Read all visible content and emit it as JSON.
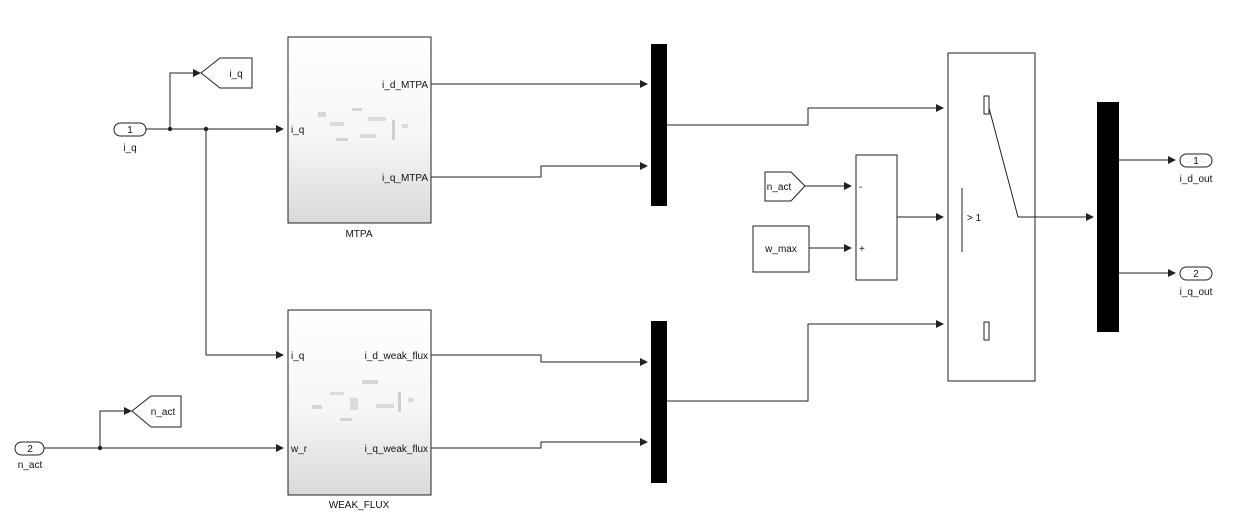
{
  "inports": {
    "iq": {
      "number": "1",
      "name": "i_q"
    },
    "nact": {
      "number": "2",
      "name": "n_act"
    }
  },
  "outports": {
    "id_out": {
      "number": "1",
      "name": "i_d_out"
    },
    "iq_out": {
      "number": "2",
      "name": "i_q_out"
    }
  },
  "gotos": {
    "iq": "i_q",
    "nact": "n_act"
  },
  "froms": {
    "nact": "n_act",
    "wmax": "w_max"
  },
  "subsystems": {
    "mtpa": {
      "name": "MTPA",
      "in_ports": [
        "i_q"
      ],
      "out_ports": [
        "i_d_MTPA",
        "i_q_MTPA"
      ]
    },
    "weak_flux": {
      "name": "WEAK_FLUX",
      "in_ports": [
        "i_q",
        "w_r"
      ],
      "out_ports": [
        "i_d_weak_flux",
        "i_q_weak_flux"
      ]
    }
  },
  "sum": {
    "signs": [
      "-",
      "+"
    ]
  },
  "switch": {
    "criteria": "> 1"
  },
  "colors": {
    "wire": "#222222",
    "mux": "#000000",
    "subsystem_gradient_bottom": "#d9d9d9"
  }
}
